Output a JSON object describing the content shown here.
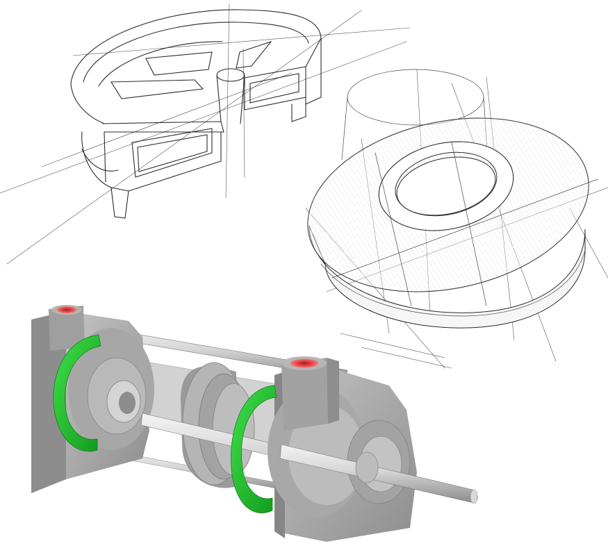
{
  "image": {
    "subjects": [
      "sketch-cutaway-housing",
      "sketch-flanged-bushing",
      "rendered-pneumatic-cylinder-cutaway"
    ]
  },
  "colors": {
    "background": "#ffffff",
    "sketch_line": "#2a2a2a",
    "metal_light": "#c8c8c8",
    "metal_mid": "#a9a9a9",
    "metal_dark": "#7e7e7e",
    "oring_green": "#22bf2f",
    "port_red": "#e53b3b",
    "rod_steel": "#dcdcdc"
  }
}
